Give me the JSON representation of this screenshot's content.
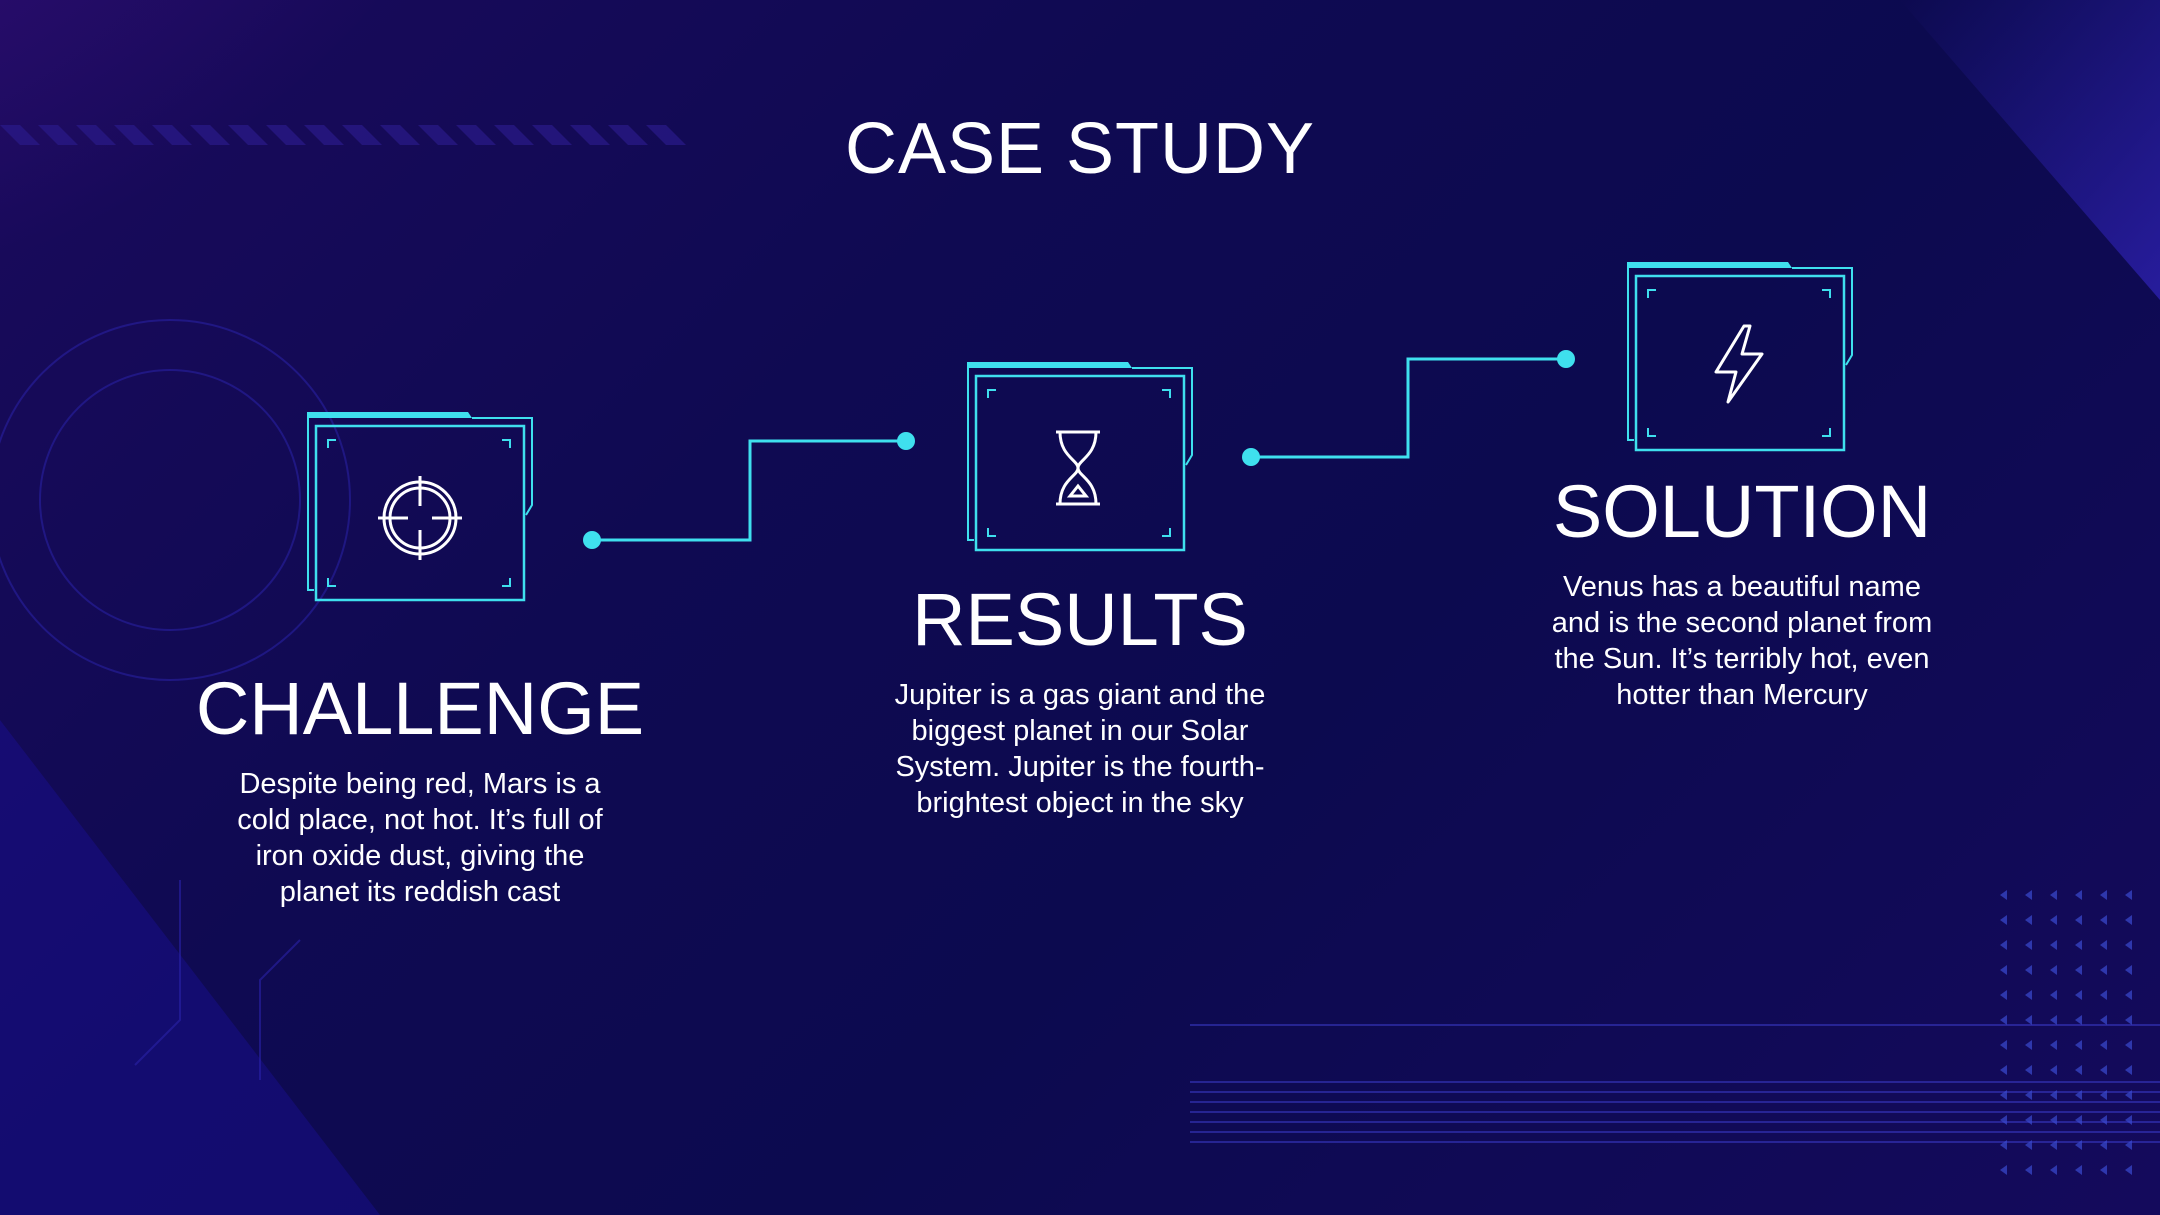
{
  "slide": {
    "title": "CASE STUDY",
    "colors": {
      "background": "#0f0a52",
      "accent": "#3fe0ee",
      "text": "#ffffff"
    },
    "steps": [
      {
        "heading": "CHALLENGE",
        "description": "Despite being red, Mars is a cold place, not hot. It’s full of iron oxide dust, giving the planet its reddish cast",
        "icon": "crosshair-icon"
      },
      {
        "heading": "RESULTS",
        "description": "Jupiter is a gas giant and the biggest planet in our Solar System. Jupiter is the fourth-brightest object in the sky",
        "icon": "hourglass-icon"
      },
      {
        "heading": "SOLUTION",
        "description": "Venus has a beautiful name and is the second planet from the Sun. It’s terribly hot, even hotter than Mercury",
        "icon": "lightning-icon"
      }
    ]
  }
}
